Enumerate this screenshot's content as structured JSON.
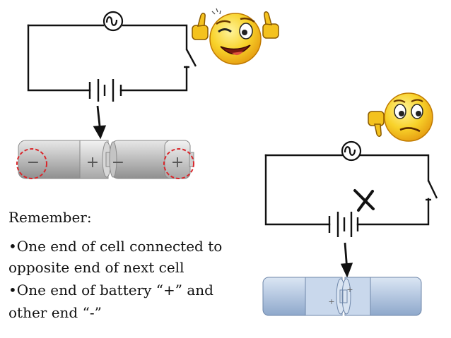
{
  "notes": {
    "heading": "Remember:",
    "bullet_1_line_1": "•One end of cell connected to",
    "bullet_1_line_2": "opposite end of next cell",
    "bullet_2_line_1": "•One end of battery “+” and",
    "bullet_2_line_2": "other end “-”"
  },
  "correct_battery": {
    "cell_1_left_sign": "−",
    "cell_1_right_sign": "+",
    "cell_2_left_sign": "−",
    "cell_2_right_sign": "+"
  },
  "wrong_battery": {
    "cell_1_sign_a": "+",
    "cell_1_sign_b": "+"
  },
  "icons": [
    "bulb-icon",
    "switch-icon",
    "battery-symbol-icon",
    "thumbs-up-emoji-icon",
    "thumbs-down-emoji-icon",
    "cross-mark-icon",
    "arrow-down-icon"
  ],
  "colors": {
    "wire": "#111111",
    "highlight_circle": "#d9262b",
    "cell_grey": "#b5b5b5",
    "cell_blue": "#b8cbe3",
    "emoji_yellow": "#f6c61a"
  }
}
